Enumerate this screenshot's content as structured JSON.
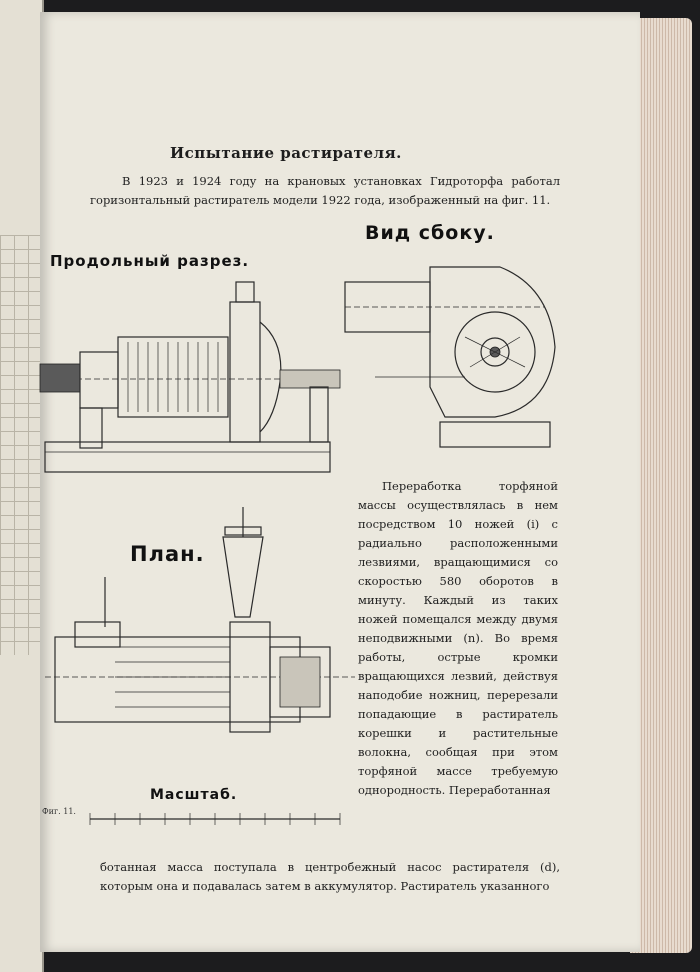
{
  "page": {
    "title": "Испытание растирателя.",
    "intro": "В 1923 и 1924 году на крановых установках Гидроторфа работал горизонтальный растиратель модели 1922 года, изображенный на фиг. 11.",
    "figure": {
      "side_view_label": "Вид сбоку.",
      "section_label": "Продольный разрез.",
      "plan_label": "План.",
      "scale_label": "Масштаб.",
      "fig_ref": "Фиг. 11."
    },
    "body_column": "Переработка торфяной массы осуществлялась в нем посредством 10 ножей (i) с радиально расположенными лезвиями, вращающимися со скоростью 580 оборотов в минуту. Каждый из таких ножей помещался между двумя неподвижными (n). Во время работы, острые кромки вращающихся лезвий, действуя наподобие ножниц, перерезали попадающие в растиратель корешки и растительные волокна, сообщая при этом торфяной массе требуемую однородность. Переработанная",
    "body_tail": "ботанная масса поступала в центробежный насос растирателя (d), которым она и подавалась затем в аккумулятор. Растиратель указанного"
  },
  "colors": {
    "paper": "#ebe8de",
    "ink": "#222222",
    "background": "#1c1c1e"
  }
}
